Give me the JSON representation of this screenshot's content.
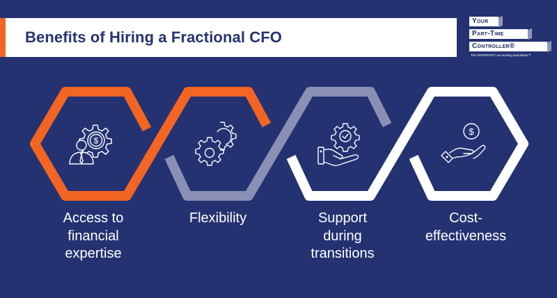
{
  "header": {
    "title": "Benefits of Hiring a Fractional CFO"
  },
  "logo": {
    "line1": "Your",
    "line2": "Part-Time",
    "line3": "Controller®",
    "tagline": "The NONPROFIT accounting specialists™"
  },
  "colors": {
    "background": "#243272",
    "orange": "#f26522",
    "gray": "#8a90b4",
    "white": "#ffffff",
    "title_text": "#263470"
  },
  "benefits": [
    {
      "label_lines": [
        "Access to",
        "financial",
        "expertise"
      ],
      "icon": "gear-person-dollar-icon",
      "color": "orange"
    },
    {
      "label_lines": [
        "Flexibility"
      ],
      "icon": "gears-icon",
      "color": "orange"
    },
    {
      "label_lines": [
        "Support",
        "during",
        "transitions"
      ],
      "icon": "hand-gear-check-icon",
      "color": "gray"
    },
    {
      "label_lines": [
        "Cost-",
        "effectiveness"
      ],
      "icon": "hand-coin-icon",
      "color": "white"
    }
  ]
}
